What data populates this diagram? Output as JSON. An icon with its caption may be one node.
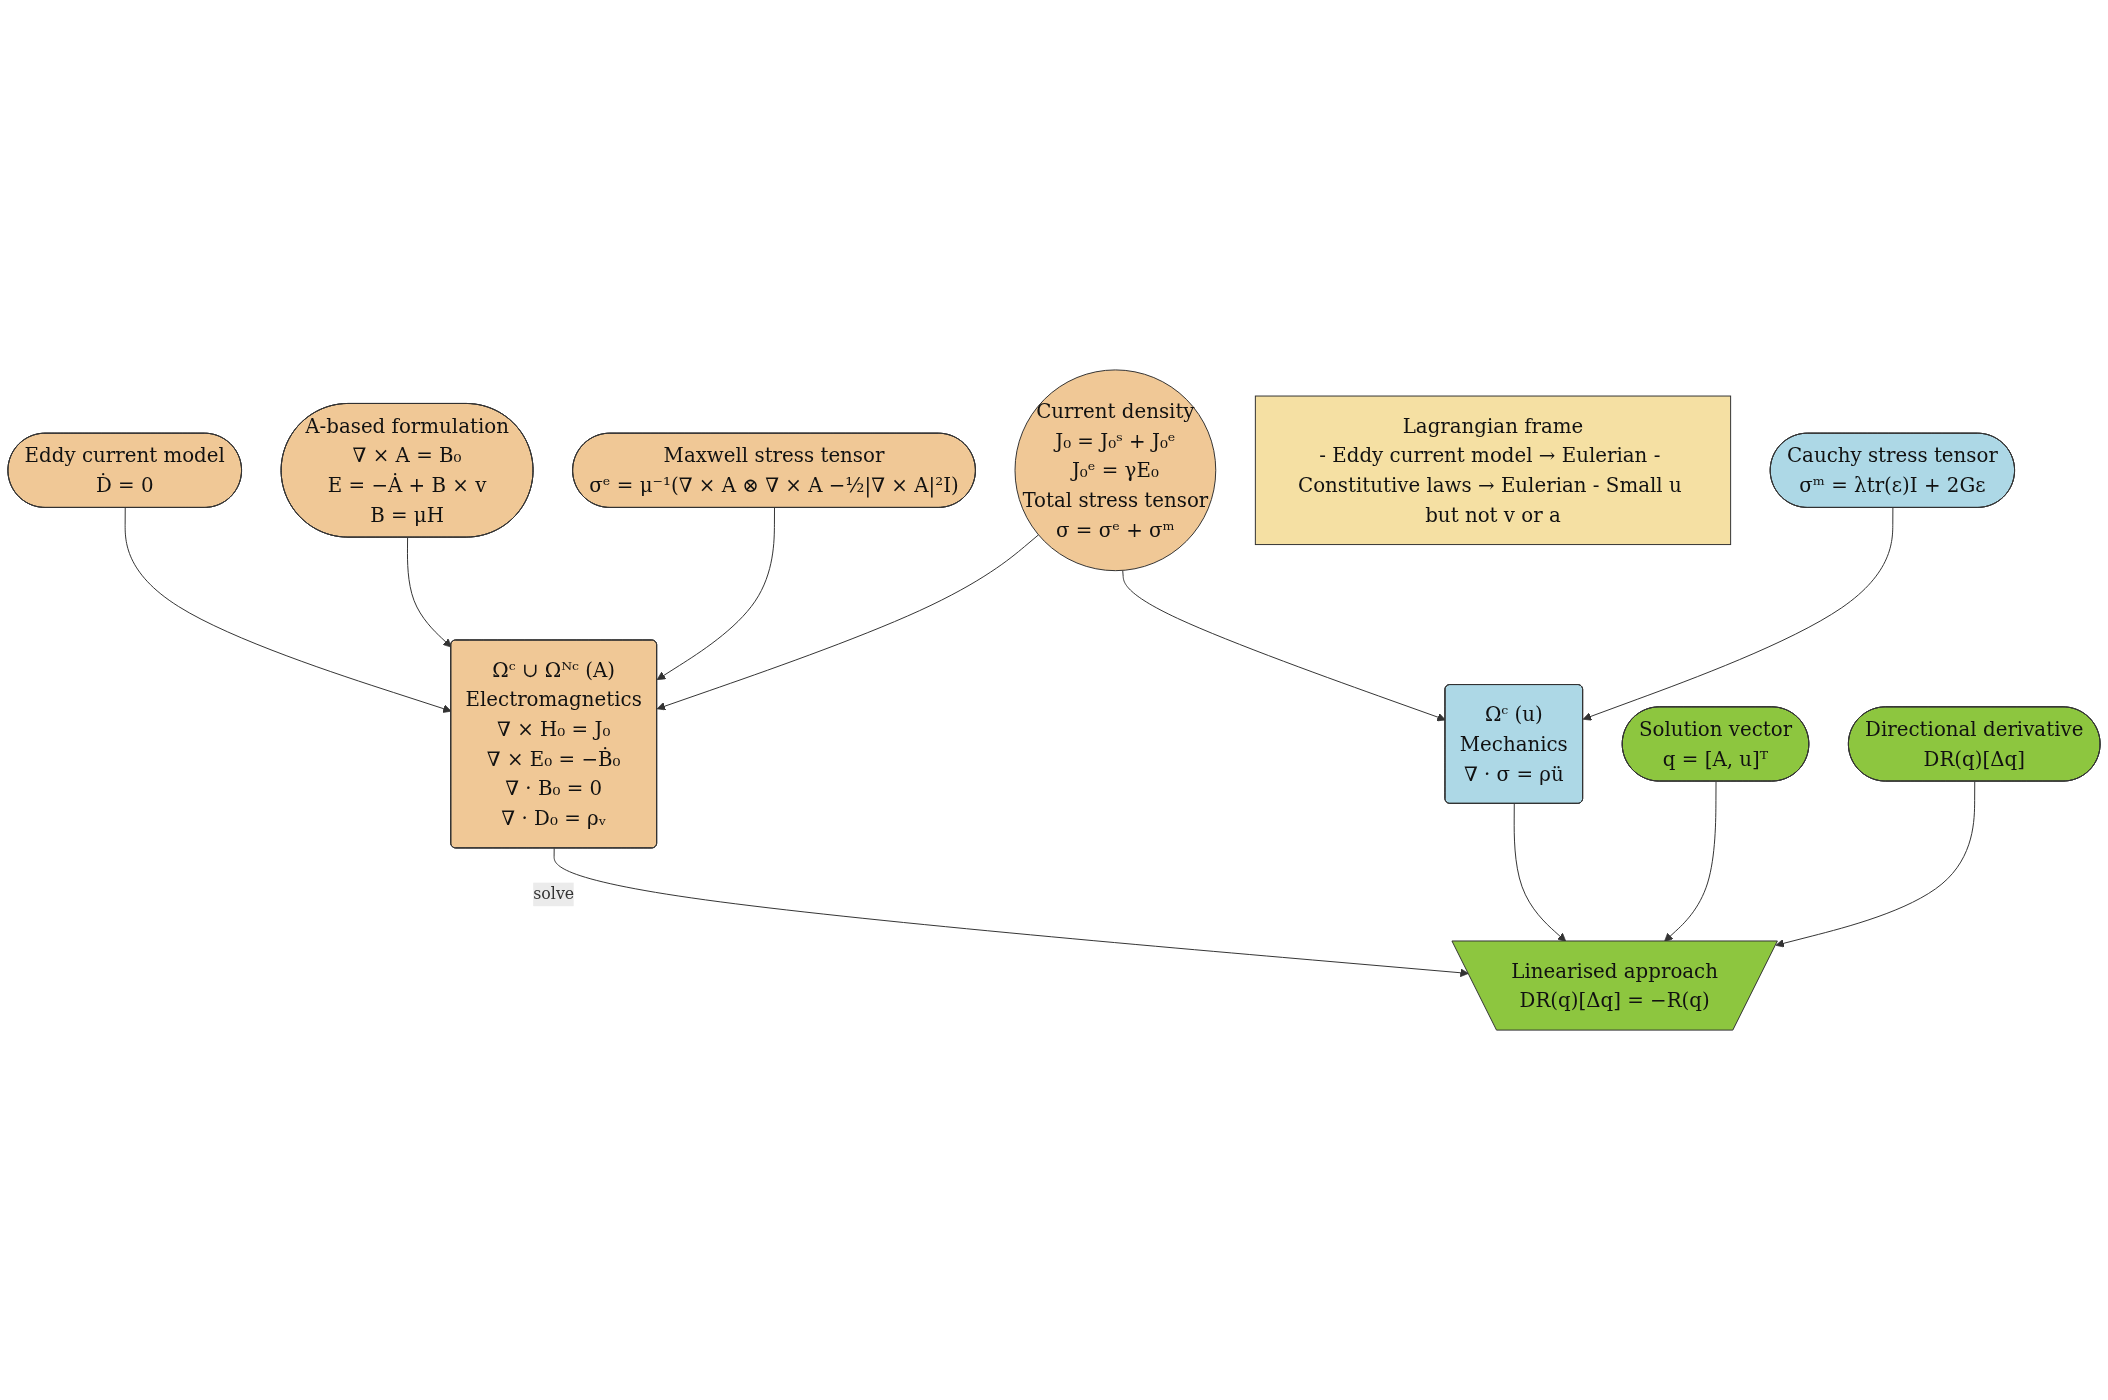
{
  "diagram": {
    "nodes": [
      {
        "text": [
          "Eddy current model",
          "Ḋ = 0"
        ]
      },
      {
        "text": [
          "A-based formulation",
          "∇ × A = B₀",
          "E = −Ȧ + B × v",
          "B = μH"
        ]
      },
      {
        "text": [
          "Maxwell stress tensor",
          "σᵉ = μ⁻¹(∇ × A ⊗ ∇ × A −½|∇ × A|²I)"
        ]
      },
      {
        "text": [
          "Ωᶜ ∪ Ωᴺᶜ (A)",
          "Electromagnetics",
          "∇ × H₀ = J₀",
          "∇ × E₀ = −Ḃ₀",
          "∇ · B₀ = 0",
          "∇ · D₀ = ρᵥ"
        ]
      },
      {
        "text": [
          "Current density",
          "J₀ = J₀ˢ + J₀ᵉ",
          "J₀ᵉ = γE₀",
          "Total stress tensor",
          "σ = σᵉ + σᵐ"
        ]
      },
      {
        "text": [
          "Lagrangian frame",
          "- Eddy current model → Eulerian - Constitutive laws → Eulerian - Small u but not v or a"
        ]
      },
      {
        "text": [
          "Ωᶜ (u)",
          "Mechanics",
          "∇ · σ = ρü"
        ]
      },
      {
        "text": [
          "Cauchy stress tensor",
          "σᵐ = λtr(ε)I + 2Gε"
        ]
      },
      {
        "text": [
          "Linearised approach",
          "DR(q)[Δq] = −R(q)"
        ]
      },
      {
        "text": [
          "Solution vector",
          "q = [A, u]ᵀ"
        ]
      },
      {
        "text": [
          "Directional derivative",
          "DR(q)[Δq]"
        ]
      }
    ],
    "edges": [
      {
        "from": 0,
        "to": 3,
        "arrow": "to"
      },
      {
        "from": 1,
        "to": 3,
        "arrow": "to"
      },
      {
        "from": 2,
        "to": 3,
        "arrow": "to"
      },
      {
        "from": 4,
        "to": 3,
        "arrow": "to"
      },
      {
        "from": 4,
        "to": 6,
        "arrow": "to"
      },
      {
        "from": 7,
        "to": 6,
        "arrow": "to"
      },
      {
        "from": 3,
        "to": 8,
        "arrow": "to",
        "label": "solve"
      },
      {
        "from": 6,
        "to": 8,
        "arrow": "to"
      },
      {
        "from": 9,
        "to": 8,
        "arrow": "to"
      },
      {
        "from": 10,
        "to": 8,
        "arrow": "to"
      }
    ]
  }
}
